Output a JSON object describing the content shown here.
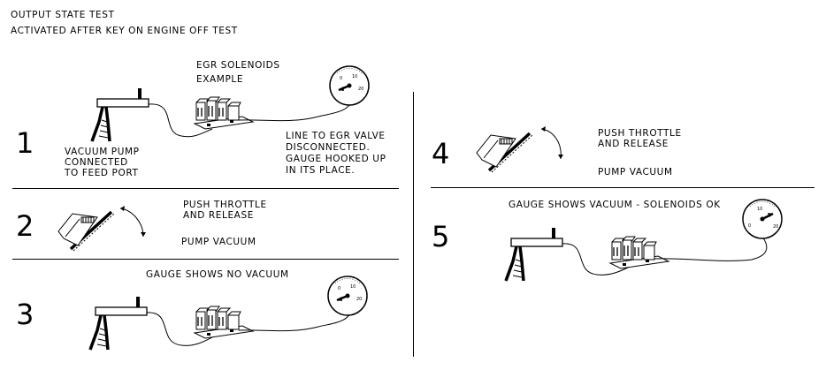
{
  "header": {
    "title": "OUTPUT STATE TEST",
    "subtitle": "ACTIVATED AFTER KEY ON ENGINE OFF TEST"
  },
  "steps": [
    {
      "number": "1",
      "labels": {
        "solenoids_line1": "EGR SOLENOIDS",
        "solenoids_line2": "EXAMPLE",
        "pump_line1": "VACUUM PUMP",
        "pump_line2": "CONNECTED",
        "pump_line3": "TO FEED PORT",
        "line_line1": "LINE TO EGR VALVE",
        "line_line2": "DISCONNECTED.",
        "line_line3": "GAUGE HOOKED UP",
        "line_line4": "IN ITS PLACE."
      }
    },
    {
      "number": "2",
      "labels": {
        "throttle_line1": "PUSH THROTTLE",
        "throttle_line2": "AND RELEASE",
        "pump": "PUMP VACUUM"
      }
    },
    {
      "number": "3",
      "labels": {
        "result": "GAUGE SHOWS NO VACUUM"
      }
    },
    {
      "number": "4",
      "labels": {
        "throttle_line1": "PUSH THROTTLE",
        "throttle_line2": "AND RELEASE",
        "pump": "PUMP VACUUM"
      }
    },
    {
      "number": "5",
      "labels": {
        "result": "GAUGE SHOWS VACUUM - SOLENOIDS OK"
      }
    }
  ],
  "gauge_markings": {
    "left": "0",
    "top": "10",
    "right": "20"
  }
}
